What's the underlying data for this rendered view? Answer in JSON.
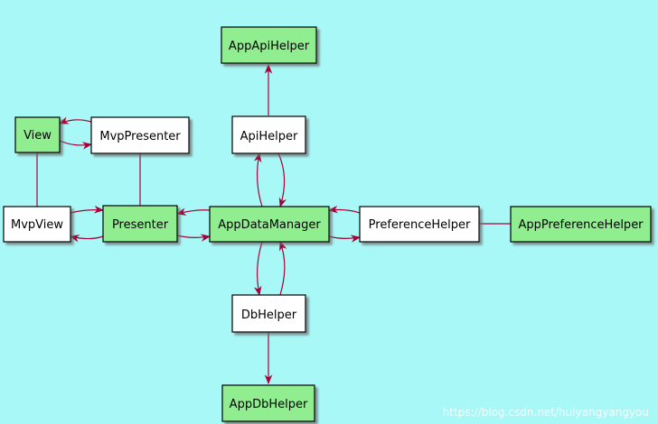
{
  "colors": {
    "background": "#a9f8f8",
    "green_fill": "#90ee90",
    "white_fill": "#ffffff",
    "edge": "#a80036",
    "shadow": "#666666"
  },
  "nodes": {
    "app_api_helper": {
      "label": "AppApiHelper",
      "fill": "green"
    },
    "view": {
      "label": "View",
      "fill": "green"
    },
    "mvp_presenter": {
      "label": "MvpPresenter",
      "fill": "white"
    },
    "api_helper": {
      "label": "ApiHelper",
      "fill": "white"
    },
    "mvp_view": {
      "label": "MvpView",
      "fill": "white"
    },
    "presenter": {
      "label": "Presenter",
      "fill": "green"
    },
    "app_data_manager": {
      "label": "AppDataManager",
      "fill": "green"
    },
    "preference_helper": {
      "label": "PreferenceHelper",
      "fill": "white"
    },
    "app_preference_helper": {
      "label": "AppPreferenceHelper",
      "fill": "green"
    },
    "db_helper": {
      "label": "DbHelper",
      "fill": "white"
    },
    "app_db_helper": {
      "label": "AppDbHelper",
      "fill": "green"
    }
  },
  "watermark": "https://blog.csdn.net/huiyangyangyou"
}
